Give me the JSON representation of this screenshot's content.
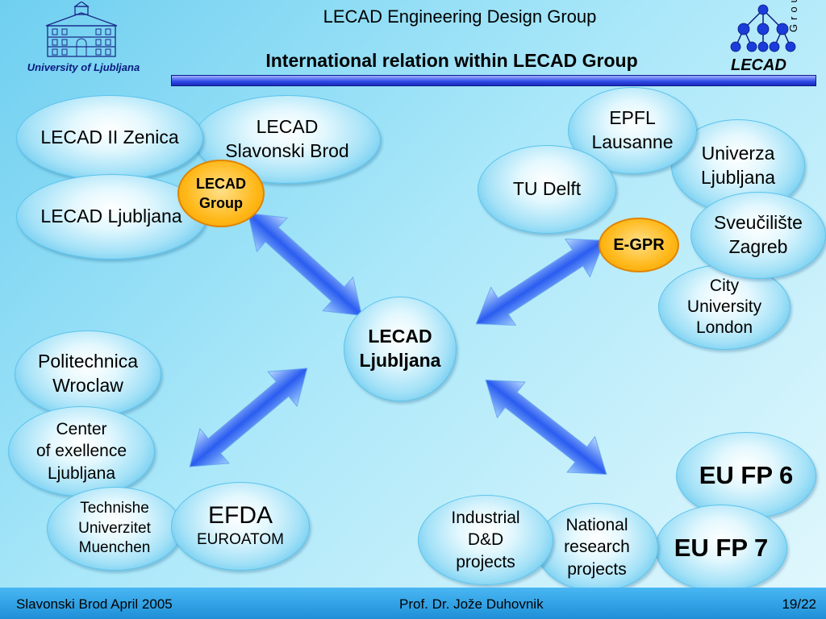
{
  "header": {
    "top_title": "LECAD Engineering Design Group",
    "main_title": "International relation within LECAD Group",
    "university_label": "University of Ljubljana",
    "logo_text": "LECAD",
    "logo_group_text": "Group"
  },
  "hub": {
    "label": "LECAD\nLjubljana"
  },
  "clusters": {
    "top_left": {
      "badge": "LECAD\nGroup",
      "items": [
        "LECAD II Zenica",
        "LECAD\nSlavonski Brod",
        "LECAD Ljubljana"
      ]
    },
    "top_right": {
      "badge": "E-GPR",
      "items": [
        "EPFL\nLausanne",
        "Univerza\nLjubljana",
        "TU Delft",
        "Sveučilište\nZagreb",
        "City\nUniversity\nLondon"
      ]
    },
    "bottom_left": {
      "items": [
        "Politechnica\nWroclaw",
        "Center\nof exellence\nLjubljana",
        "Technishe\nUniverzitet\nMuenchen"
      ],
      "efda_title": "EFDA",
      "efda_sub": "EUROATOM"
    },
    "bottom_right": {
      "items": [
        "EU FP 6",
        "EU FP 7",
        "National\nresearch\nprojects",
        "Industrial\nD&D\nprojects"
      ]
    }
  },
  "footer": {
    "left": "Slavonski Brod April 2005",
    "middle": "Prof.  Dr.  Jože  Duhovnik",
    "page": "19/22"
  },
  "colors": {
    "badge_orange": "#ffb818",
    "arrow_blue": "#2a5cf0",
    "title_bar": "#2d48e6",
    "footer_bar": "#1f8fd8"
  }
}
